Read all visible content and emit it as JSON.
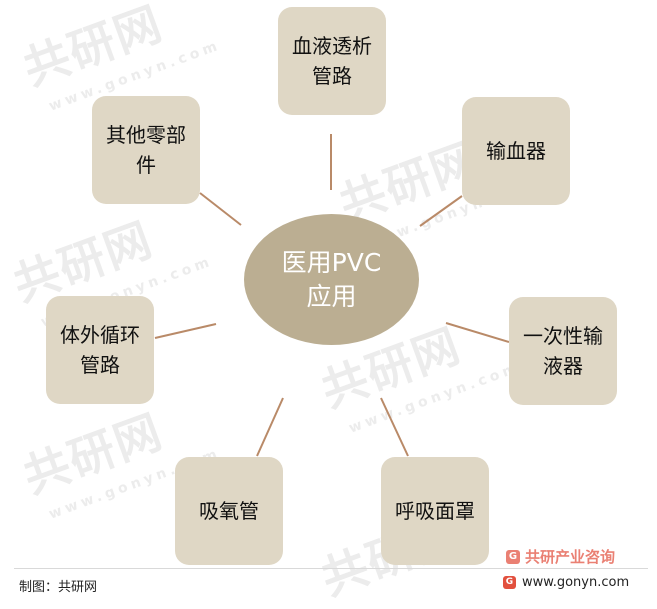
{
  "diagram": {
    "center": {
      "line1": "医用PVC",
      "line2": "应用"
    },
    "nodes": [
      {
        "line1": "血液透析",
        "line2": "管路"
      },
      {
        "line1": "输血器",
        "line2": ""
      },
      {
        "line1": "一次性输",
        "line2": "液器"
      },
      {
        "line1": "呼吸面罩",
        "line2": ""
      },
      {
        "line1": "吸氧管",
        "line2": ""
      },
      {
        "line1": "体外循环",
        "line2": "管路"
      },
      {
        "line1": "其他零部",
        "line2": "件"
      }
    ]
  },
  "watermark": {
    "brand_text": "共研网",
    "site_text": "www.gonyn.com"
  },
  "footer": {
    "credit": "制图：共研网",
    "site": "www.gonyn.com",
    "brand": "共研产业咨询",
    "logo_letter": "G"
  },
  "colors": {
    "center_fill": "#bbae92",
    "node_fill": "#dfd7c5",
    "connector": "#b98a68",
    "brand_red": "#e2503e"
  }
}
